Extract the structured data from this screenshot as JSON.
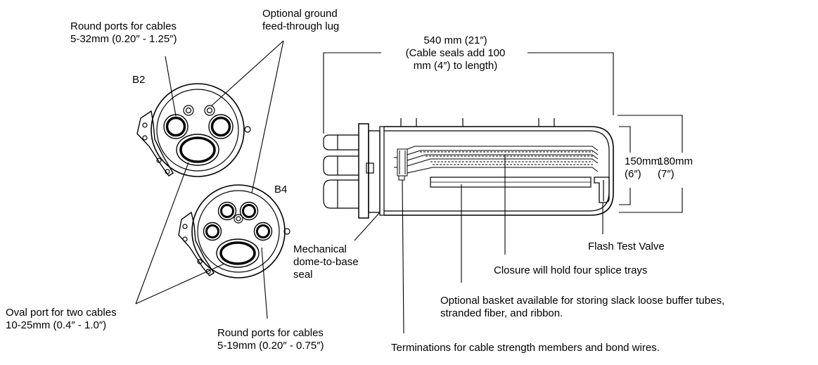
{
  "labels": {
    "round_ports_top": [
      "Round ports for cables",
      "5-32mm (0.20″ - 1.25″)"
    ],
    "ground_lug": [
      "Optional ground",
      "feed-through lug"
    ],
    "b2": "B2",
    "b4": "B4",
    "oval_port": [
      "Oval port for two cables",
      "10-25mm (0.4″ - 1.0″)"
    ],
    "round_ports_bottom": [
      "Round ports for cables",
      "5-19mm (0.20″ - 0.75″)"
    ],
    "mechanical_seal": [
      "Mechanical",
      "dome-to-base",
      "seal"
    ],
    "length": [
      "540 mm (21″)",
      "(Cable seals add 100",
      "mm (4″) to length)"
    ],
    "dim_150": [
      "150mm",
      "(6″)"
    ],
    "dim_180": [
      "180mm",
      "(7″)"
    ],
    "flash_valve": "Flash Test Valve",
    "four_trays": "Closure will hold four splice trays",
    "basket": [
      "Optional basket available for storing slack loose buffer tubes,",
      "stranded fiber, and ribbon."
    ],
    "terminations": "Terminations for cable strength members and bond wires."
  }
}
